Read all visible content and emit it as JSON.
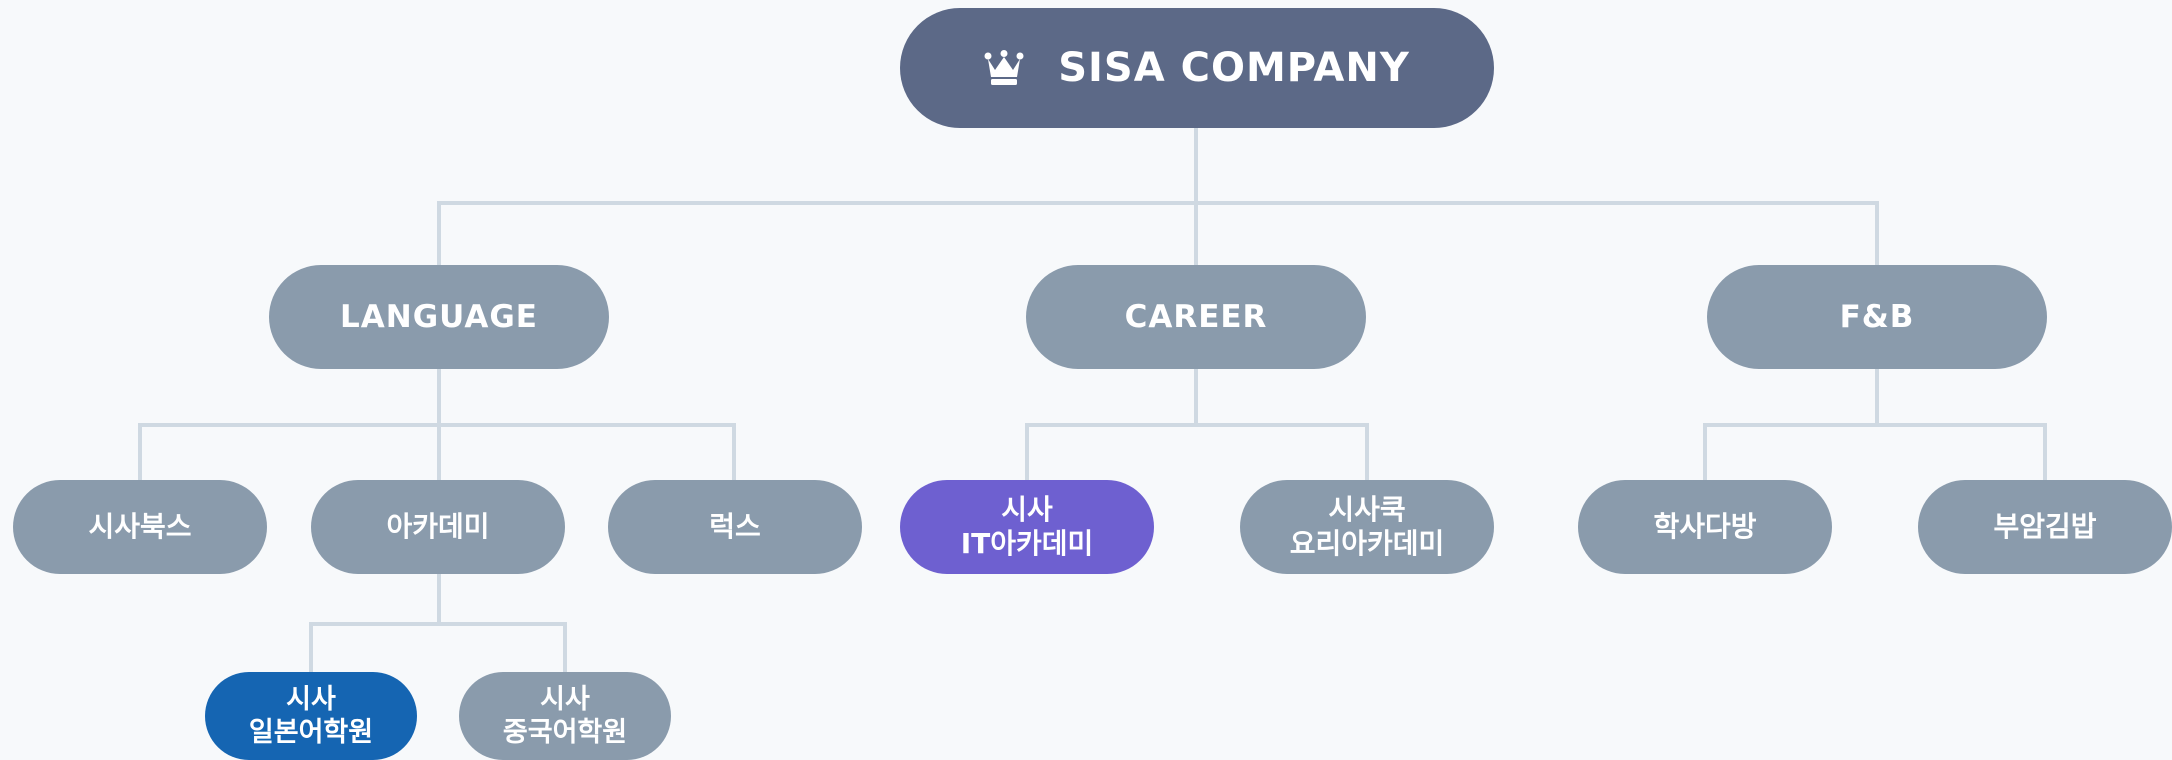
{
  "root": {
    "label": "SISA COMPANY",
    "icon": "crown-icon"
  },
  "colors": {
    "root": "#5c6987",
    "node": "#8a9bac",
    "highlight_purple": "#6e60d0",
    "highlight_blue": "#1565b2",
    "connector": "#cfd9e2"
  },
  "categories": [
    {
      "label": "LANGUAGE",
      "children": [
        {
          "line1": "시사북스",
          "line2": ""
        },
        {
          "line1": "아카데미",
          "line2": "",
          "children": [
            {
              "line1": "시사",
              "line2": "일본어학원",
              "highlight": "blue"
            },
            {
              "line1": "시사",
              "line2": "중국어학원"
            }
          ]
        },
        {
          "line1": "럭스",
          "line2": ""
        }
      ]
    },
    {
      "label": "CAREER",
      "children": [
        {
          "line1": "시사",
          "line2": "IT아카데미",
          "highlight": "purple"
        },
        {
          "line1": "시사쿡",
          "line2": "요리아카데미"
        }
      ]
    },
    {
      "label": "F&B",
      "children": [
        {
          "line1": "학사다방",
          "line2": ""
        },
        {
          "line1": "부암김밥",
          "line2": ""
        }
      ]
    }
  ]
}
